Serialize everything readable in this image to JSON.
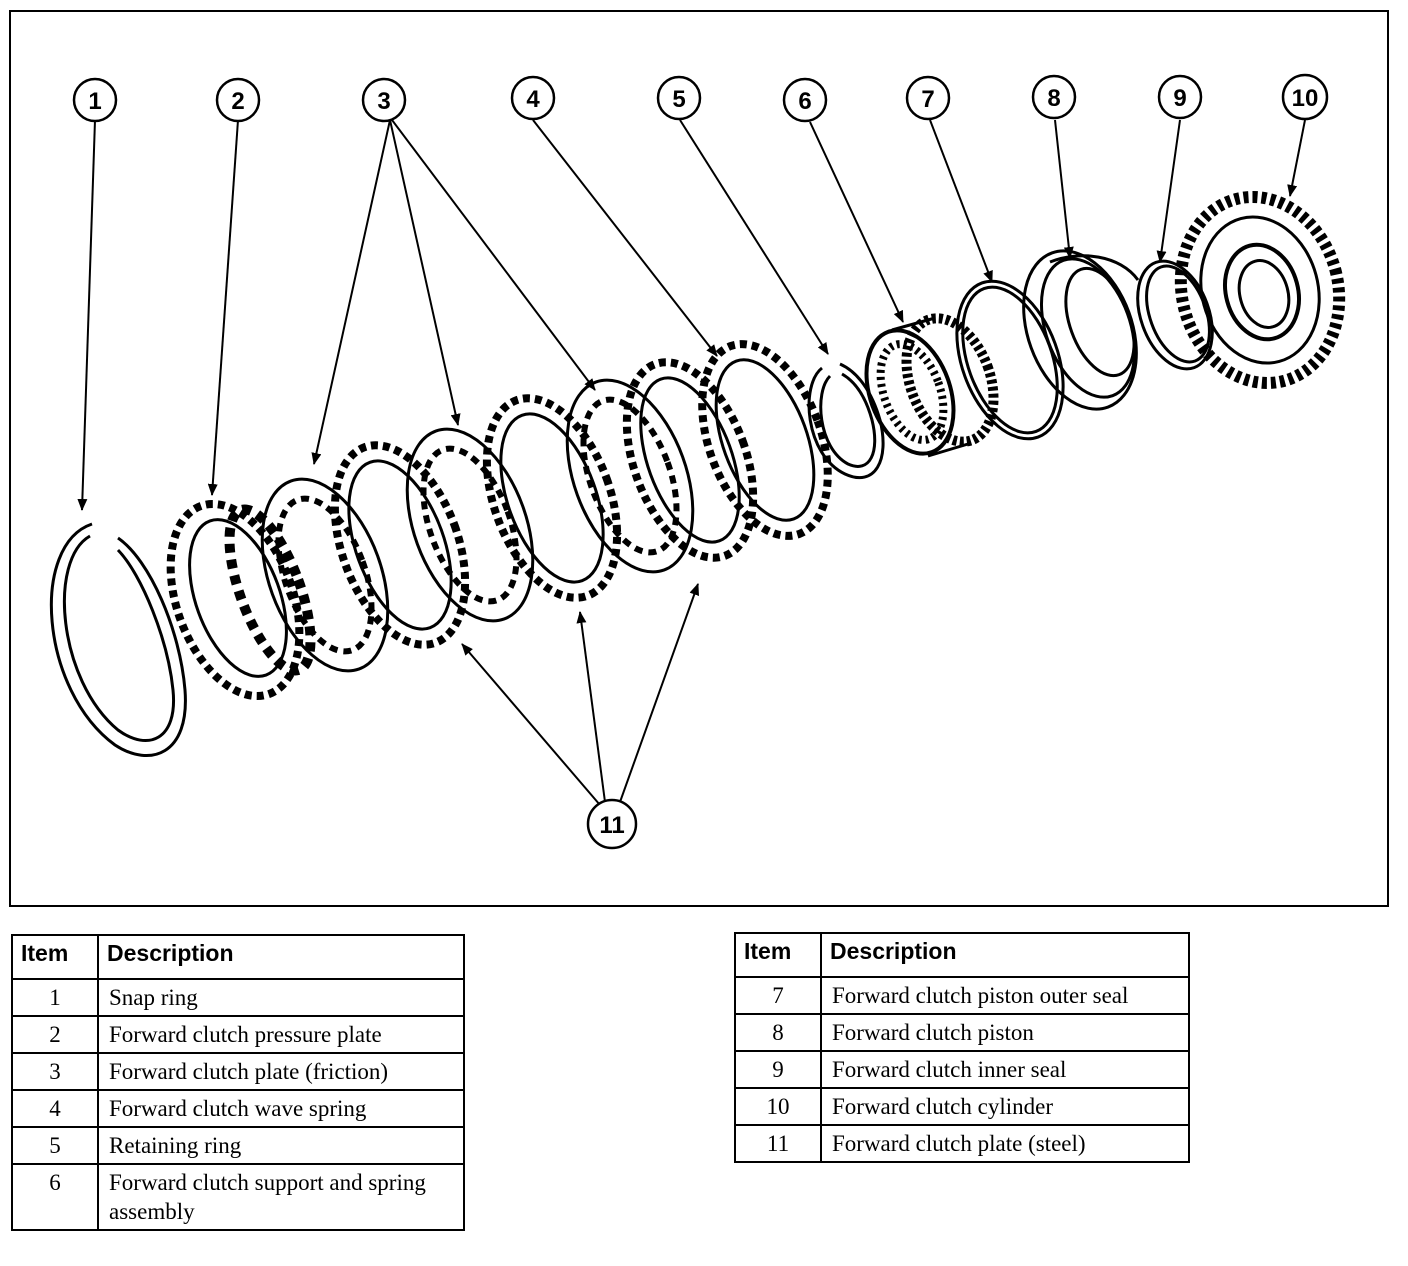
{
  "callouts": [
    {
      "id": "1",
      "label": "1"
    },
    {
      "id": "2",
      "label": "2"
    },
    {
      "id": "3",
      "label": "3"
    },
    {
      "id": "4",
      "label": "4"
    },
    {
      "id": "5",
      "label": "5"
    },
    {
      "id": "6",
      "label": "6"
    },
    {
      "id": "7",
      "label": "7"
    },
    {
      "id": "8",
      "label": "8"
    },
    {
      "id": "9",
      "label": "9"
    },
    {
      "id": "10",
      "label": "10"
    },
    {
      "id": "11",
      "label": "11"
    }
  ],
  "legend_left": {
    "headers": {
      "item": "Item",
      "description": "Description"
    },
    "rows": [
      {
        "item": "1",
        "description": "Snap ring"
      },
      {
        "item": "2",
        "description": "Forward clutch pressure plate"
      },
      {
        "item": "3",
        "description": "Forward clutch plate (friction)"
      },
      {
        "item": "4",
        "description": "Forward clutch wave spring"
      },
      {
        "item": "5",
        "description": "Retaining ring"
      },
      {
        "item": "6",
        "description": "Forward clutch support and spring assembly"
      }
    ]
  },
  "legend_right": {
    "headers": {
      "item": "Item",
      "description": "Description"
    },
    "rows": [
      {
        "item": "7",
        "description": "Forward clutch piston outer seal"
      },
      {
        "item": "8",
        "description": "Forward clutch piston"
      },
      {
        "item": "9",
        "description": "Forward clutch inner seal"
      },
      {
        "item": "10",
        "description": "Forward clutch cylinder"
      },
      {
        "item": "11",
        "description": "Forward clutch plate (steel)"
      }
    ]
  }
}
